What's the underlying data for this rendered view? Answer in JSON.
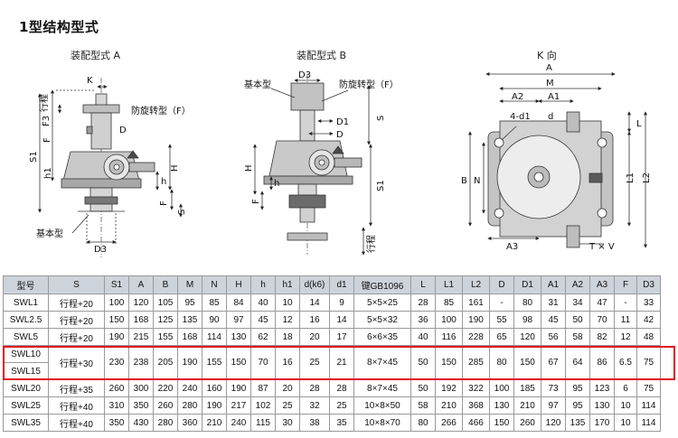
{
  "page_title": "1型结构型式",
  "figures": {
    "a": {
      "caption": "装配型式 A",
      "labels": {
        "K": "K",
        "stroke": "行程",
        "F3": "F3",
        "anti_rotation": "防旋转型（F）",
        "D": "D",
        "S1": "S1",
        "F": "F",
        "h1": "h1",
        "H": "H",
        "h": "h",
        "F_small": "F",
        "S": "S",
        "base": "基本型",
        "D3": "D3"
      }
    },
    "b": {
      "caption": "装配型式 B",
      "labels": {
        "base": "基本型",
        "D3": "D3",
        "anti_rotation": "防旋转型（F）",
        "D1": "D1",
        "S": "S",
        "D": "D",
        "H": "H",
        "h": "h",
        "F": "F",
        "S1": "S1",
        "stroke": "行程"
      }
    },
    "k": {
      "caption": "K 向",
      "labels": {
        "A": "A",
        "M": "M",
        "A2": "A2",
        "A1": "A1",
        "d1": "4-d1",
        "d": "d",
        "L": "L",
        "B": "B",
        "N": "N",
        "L1": "L1",
        "L2": "L2",
        "A3": "A3",
        "key": "T × V"
      }
    }
  },
  "table": {
    "headers": [
      "型号",
      "S",
      "S1",
      "A",
      "B",
      "M",
      "N",
      "H",
      "h",
      "h1",
      "d(k6)",
      "d1",
      "键GB1096",
      "L",
      "L1",
      "L2",
      "D",
      "D1",
      "A1",
      "A2",
      "A3",
      "F",
      "D3"
    ],
    "rows": [
      [
        "SWL1",
        "行程+20",
        "100",
        "120",
        "105",
        "95",
        "85",
        "84",
        "40",
        "10",
        "14",
        "9",
        "5×5×25",
        "28",
        "85",
        "161",
        "-",
        "80",
        "31",
        "34",
        "47",
        "-",
        "33"
      ],
      [
        "SWL2.5",
        "行程+20",
        "150",
        "168",
        "125",
        "135",
        "90",
        "97",
        "45",
        "12",
        "16",
        "14",
        "5×5×32",
        "36",
        "100",
        "190",
        "55",
        "98",
        "45",
        "50",
        "70",
        "11",
        "42"
      ],
      [
        "SWL5",
        "行程+20",
        "190",
        "215",
        "155",
        "168",
        "114",
        "130",
        "62",
        "18",
        "20",
        "17",
        "6×6×35",
        "40",
        "116",
        "228",
        "65",
        "120",
        "56",
        "58",
        "82",
        "12",
        "48"
      ]
    ],
    "merged": {
      "models": [
        "SWL10",
        "SWL15"
      ],
      "values": [
        "行程+30",
        "230",
        "238",
        "205",
        "190",
        "155",
        "150",
        "70",
        "16",
        "25",
        "21",
        "8×7×45",
        "50",
        "150",
        "285",
        "80",
        "150",
        "67",
        "64",
        "86",
        "6.5",
        "75"
      ]
    },
    "rows_after": [
      [
        "SWL20",
        "行程+35",
        "260",
        "300",
        "220",
        "240",
        "160",
        "190",
        "87",
        "20",
        "28",
        "28",
        "8×7×45",
        "50",
        "192",
        "322",
        "100",
        "185",
        "73",
        "95",
        "123",
        "6",
        "75"
      ],
      [
        "SWL25",
        "行程+40",
        "310",
        "350",
        "260",
        "280",
        "190",
        "217",
        "102",
        "25",
        "32",
        "25",
        "10×8×50",
        "58",
        "210",
        "368",
        "130",
        "210",
        "97",
        "95",
        "130",
        "10",
        "114"
      ],
      [
        "SWL35",
        "行程+40",
        "350",
        "430",
        "280",
        "360",
        "210",
        "240",
        "115",
        "30",
        "38",
        "35",
        "10×8×70",
        "80",
        "266",
        "466",
        "150",
        "260",
        "120",
        "135",
        "170",
        "10",
        "114"
      ]
    ]
  },
  "highlight_color": "#e0141d",
  "header_bg": "#cdd3db"
}
